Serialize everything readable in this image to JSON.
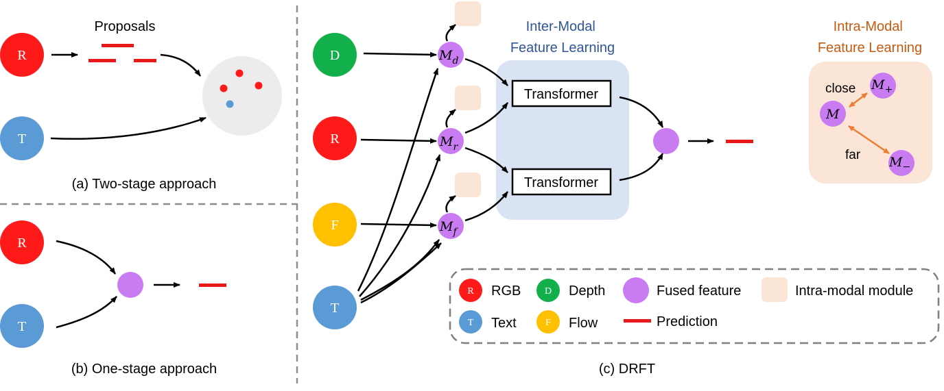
{
  "colors": {
    "rgb": "#ff1a1a",
    "depth": "#12b04b",
    "flow": "#ffc000",
    "text": "#5b9bd5",
    "fused": "#c97bf2",
    "intra_module": "#fbe5d6",
    "inter_bg": "#dae3f3",
    "prediction": "#e8191a",
    "inter_title": "#2f5597",
    "intra_title": "#c55a11",
    "far_close_arrow": "#ed7d31",
    "divider": "#8c8c8c"
  },
  "panel_a": {
    "caption": "(a) Two-stage approach",
    "proposals_label": "Proposals",
    "node_r": "R",
    "node_t": "T"
  },
  "panel_b": {
    "caption": "(b) One-stage approach",
    "node_r": "R",
    "node_t": "T"
  },
  "panel_c": {
    "caption": "(c) DRFT",
    "nodes": {
      "d": "D",
      "r": "R",
      "f": "F",
      "t": "T"
    },
    "fused": {
      "md": {
        "base": "M",
        "sub": "d"
      },
      "mr": {
        "base": "M",
        "sub": "r"
      },
      "mf": {
        "base": "M",
        "sub": "f"
      }
    },
    "inter_modal_title": [
      "Inter-Modal",
      "Feature Learning"
    ],
    "transformer_1": "Transformer",
    "transformer_2": "Transformer",
    "intra_modal": {
      "title": [
        "Intra-Modal",
        "Feature Learning"
      ],
      "anchor": "M",
      "positive": {
        "base": "M",
        "sub": "+"
      },
      "negative": {
        "base": "M",
        "sub": "−"
      },
      "close_label": "close",
      "far_label": "far"
    },
    "legend": {
      "rgb": {
        "symbol": "R",
        "label": "RGB"
      },
      "depth": {
        "symbol": "D",
        "label": "Depth"
      },
      "fused": {
        "label": "Fused feature"
      },
      "intra": {
        "label": "Intra-modal module"
      },
      "text": {
        "symbol": "T",
        "label": "Text"
      },
      "flow": {
        "symbol": "F",
        "label": "Flow"
      },
      "prediction": {
        "label": "Prediction"
      }
    }
  }
}
